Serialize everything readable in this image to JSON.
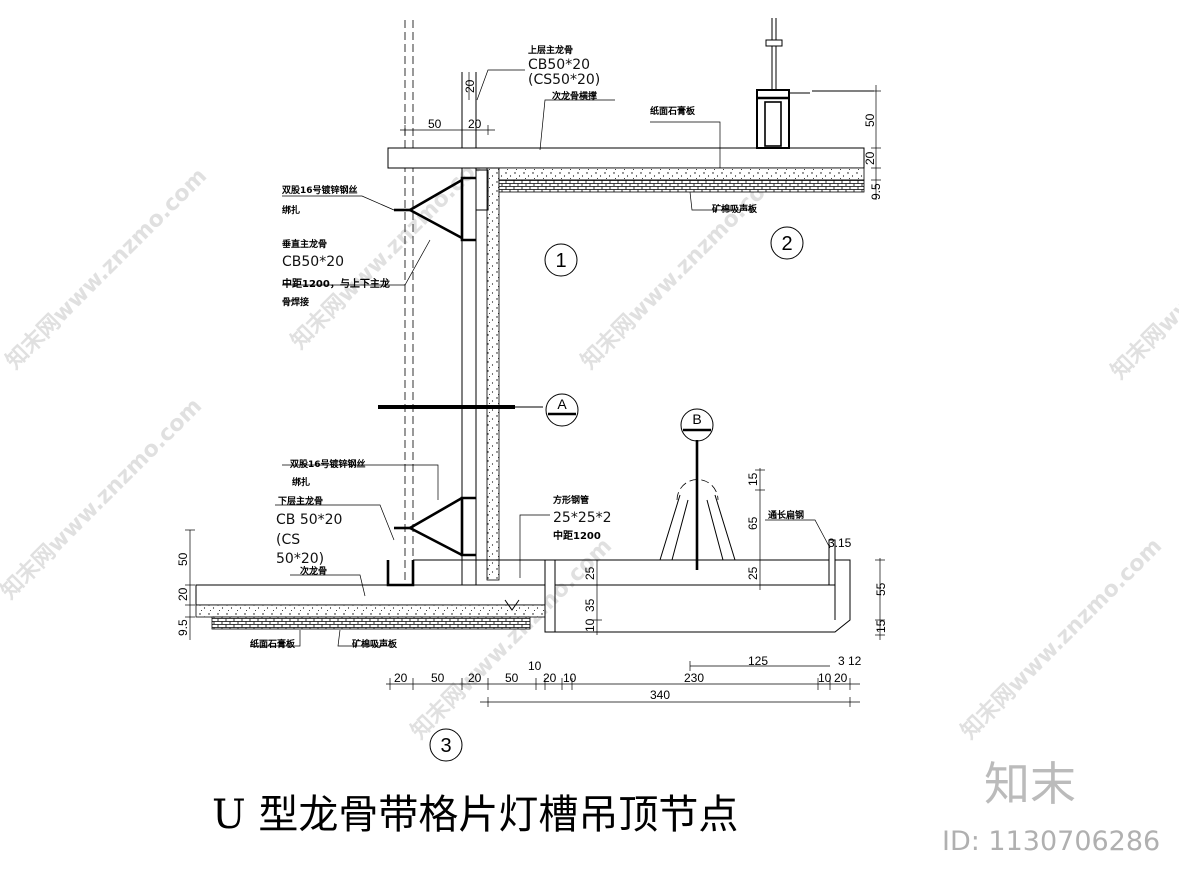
{
  "title": "U 型龙骨带格片灯槽吊顶节点",
  "brand": {
    "logo_text": "知末",
    "id_text": "ID: 1130706286"
  },
  "watermark_text": "知末网www.znzmo.com",
  "markers": {
    "region_1": "1",
    "region_2": "2",
    "region_3": "3",
    "section_a": "A",
    "section_b": "B"
  },
  "labels": {
    "upper_main_keel_line1": "上层主龙骨",
    "upper_main_keel_line2": "CB50*20",
    "upper_main_keel_line3": "(CS50*20)",
    "secondary_keel_brace": "次龙骨横撑",
    "gypsum_board_top": "纸面石膏板",
    "mineral_board_top": "矿棉吸声板",
    "wire_top_line1": "双股16号镀锌钢丝",
    "wire_top_line2": "绑扎",
    "vertical_keel_line1": "垂直主龙骨",
    "vertical_keel_line2": "CB50*20",
    "vertical_keel_line3": "中距1200，与上下主龙",
    "vertical_keel_line4": "骨焊接",
    "wire_bottom_line1": "双股16号镀锌钢丝",
    "wire_bottom_line2": "绑扎",
    "lower_main_keel_line1": "下层主龙骨",
    "lower_main_keel_line2": "CB  50*20",
    "lower_main_keel_line3": "(CS",
    "lower_main_keel_line4": "50*20)",
    "secondary_keel": "次龙骨",
    "square_tube_line1": "方形钢管",
    "square_tube_line2": "25*25*2",
    "square_tube_line3": "中距1200",
    "flat_steel": "通长扁钢",
    "gypsum_board_bottom": "纸面石膏板",
    "mineral_board_bottom": "矿棉吸声板"
  },
  "dimensions": {
    "top_50": "50",
    "top_20": "20",
    "top_vert_20": "20",
    "right_50": "50",
    "right_20": "20",
    "right_9_5": "9.5",
    "left_50": "50",
    "left_20": "20",
    "left_9_5": "9.5",
    "trough_15": "15",
    "trough_65": "65",
    "trough_25": "25",
    "trough_3_15": "3.15",
    "box_25": "25",
    "box_35": "35",
    "box_10": "10",
    "right_55": "55",
    "right_15": "15",
    "bottom_20a": "20",
    "bottom_50a": "50",
    "bottom_20b": "20",
    "bottom_50b": "50",
    "bottom_20c": "20",
    "bottom_10a": "10",
    "bottom_10b": "10",
    "bottom_230": "230",
    "bottom_125": "125",
    "bottom_10c": "10",
    "bottom_20d": "20",
    "bottom_3": "3",
    "bottom_12": "12",
    "bottom_340": "340"
  }
}
